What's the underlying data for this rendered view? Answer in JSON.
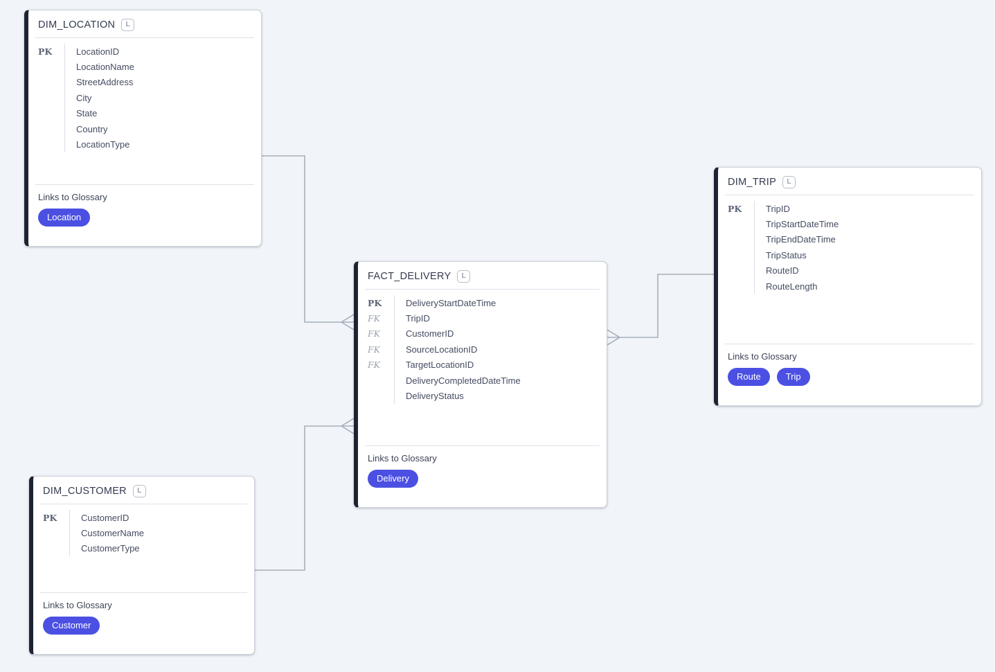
{
  "diagram": {
    "type": "entity-relationship",
    "background_color": "#f1f5f9",
    "accent_color": "#4b50e3",
    "connector_color": "#a6aebb"
  },
  "tables": [
    {
      "title": "DIM_LOCATION",
      "badge": "L",
      "fields": [
        {
          "key": "PK",
          "name": "LocationID"
        },
        {
          "key": "",
          "name": "LocationName"
        },
        {
          "key": "",
          "name": "StreetAddress"
        },
        {
          "key": "",
          "name": "City"
        },
        {
          "key": "",
          "name": "State"
        },
        {
          "key": "",
          "name": "Country"
        },
        {
          "key": "",
          "name": "LocationType"
        }
      ],
      "links_label": "Links to Glossary",
      "glossary": [
        "Location"
      ]
    },
    {
      "title": "FACT_DELIVERY",
      "badge": "L",
      "fields": [
        {
          "key": "PK",
          "name": "DeliveryStartDateTime"
        },
        {
          "key": "FK",
          "name": "TripID"
        },
        {
          "key": "FK",
          "name": "CustomerID"
        },
        {
          "key": "FK",
          "name": "SourceLocationID"
        },
        {
          "key": "FK",
          "name": "TargetLocationID"
        },
        {
          "key": "",
          "name": "DeliveryCompletedDateTime"
        },
        {
          "key": "",
          "name": "DeliveryStatus"
        }
      ],
      "links_label": "Links to Glossary",
      "glossary": [
        "Delivery"
      ]
    },
    {
      "title": "DIM_TRIP",
      "badge": "L",
      "fields": [
        {
          "key": "PK",
          "name": "TripID"
        },
        {
          "key": "",
          "name": "TripStartDateTime"
        },
        {
          "key": "",
          "name": "TripEndDateTime"
        },
        {
          "key": "",
          "name": "TripStatus"
        },
        {
          "key": "",
          "name": "RouteID"
        },
        {
          "key": "",
          "name": "RouteLength"
        }
      ],
      "links_label": "Links to Glossary",
      "glossary": [
        "Route",
        "Trip"
      ]
    },
    {
      "title": "DIM_CUSTOMER",
      "badge": "L",
      "fields": [
        {
          "key": "PK",
          "name": "CustomerID"
        },
        {
          "key": "",
          "name": "CustomerName"
        },
        {
          "key": "",
          "name": "CustomerType"
        }
      ],
      "links_label": "Links to Glossary",
      "glossary": [
        "Customer"
      ]
    }
  ],
  "relationships": [
    {
      "from": "DIM_LOCATION",
      "to": "FACT_DELIVERY",
      "many_side": "FACT_DELIVERY"
    },
    {
      "from": "DIM_CUSTOMER",
      "to": "FACT_DELIVERY",
      "many_side": "FACT_DELIVERY"
    },
    {
      "from": "DIM_TRIP",
      "to": "FACT_DELIVERY",
      "many_side": "FACT_DELIVERY"
    }
  ]
}
